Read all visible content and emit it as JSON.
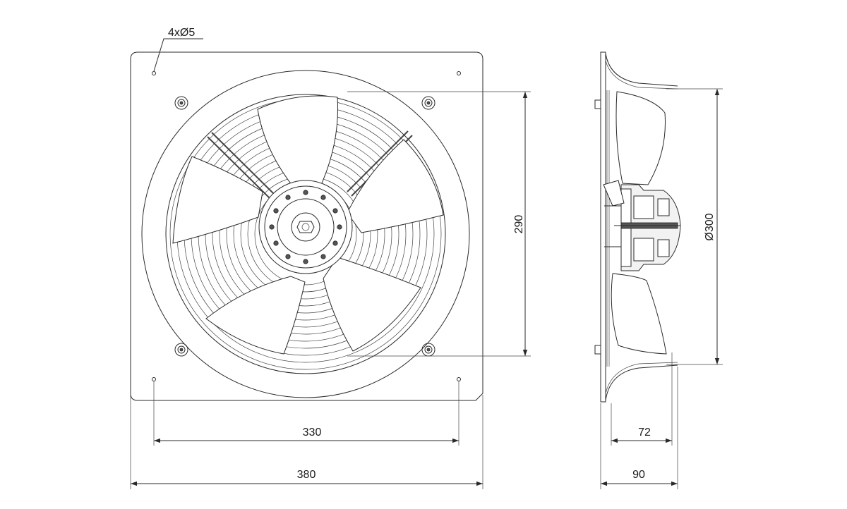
{
  "front_view": {
    "hole_callout": "4xØ5",
    "dim_hole_spacing": "330",
    "dim_plate_width": "380",
    "dim_height": "290"
  },
  "side_view": {
    "dim_diameter": "Ø300",
    "dim_depth_inner": "72",
    "dim_depth_total": "90"
  },
  "colors": {
    "line": "#2a2a2a",
    "background": "#ffffff"
  }
}
